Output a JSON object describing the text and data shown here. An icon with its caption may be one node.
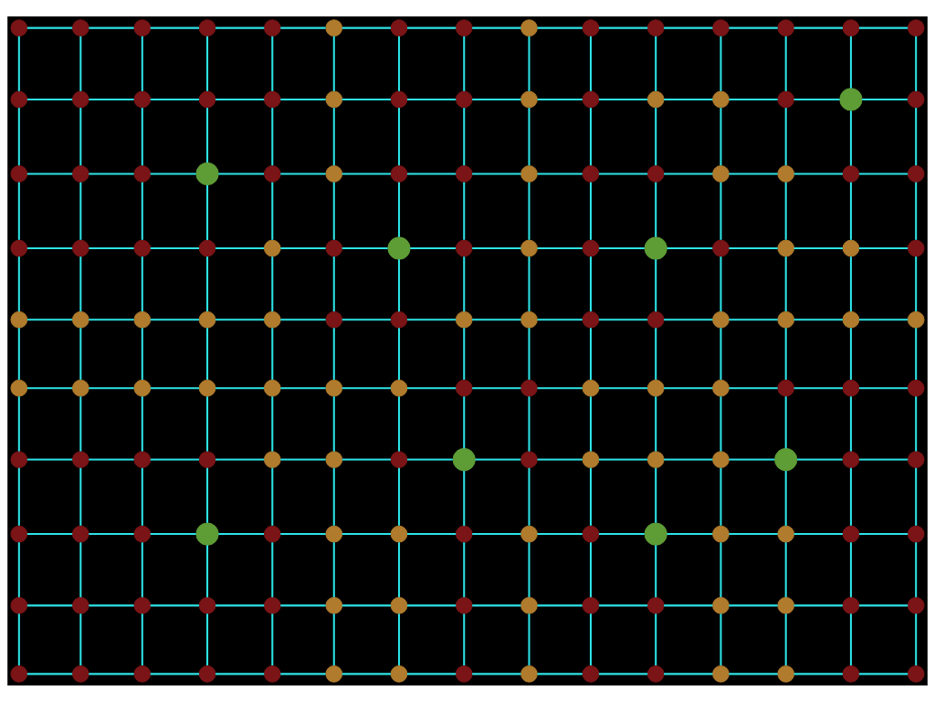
{
  "diagram": {
    "nodes": [
      {
        "text": [],
        "shape": "circle"
      },
      {
        "text": [],
        "shape": "circle"
      },
      {
        "text": [],
        "shape": "circle"
      },
      {
        "text": [],
        "shape": "circle"
      },
      {
        "text": [],
        "shape": "circle"
      },
      {
        "text": [],
        "shape": "circle"
      },
      {
        "text": [],
        "shape": "circle"
      },
      {
        "text": [],
        "shape": "circle"
      },
      {
        "text": [],
        "shape": "circle"
      },
      {
        "text": [],
        "shape": "circle"
      },
      {
        "text": [],
        "shape": "circle"
      },
      {
        "text": [],
        "shape": "circle"
      },
      {
        "text": [],
        "shape": "circle"
      },
      {
        "text": [],
        "shape": "circle"
      },
      {
        "text": [],
        "shape": "circle"
      },
      {
        "text": [],
        "shape": "circle"
      },
      {
        "text": [],
        "shape": "circle"
      },
      {
        "text": [],
        "shape": "circle"
      },
      {
        "text": [],
        "shape": "circle"
      },
      {
        "text": [],
        "shape": "circle"
      },
      {
        "text": [],
        "shape": "circle"
      },
      {
        "text": [],
        "shape": "circle"
      },
      {
        "text": [],
        "shape": "circle"
      },
      {
        "text": [],
        "shape": "circle"
      },
      {
        "text": [],
        "shape": "circle"
      },
      {
        "text": [],
        "shape": "circle"
      },
      {
        "text": [],
        "shape": "circle"
      },
      {
        "text": [],
        "shape": "circle"
      },
      {
        "text": [],
        "shape": "circle"
      },
      {
        "text": [],
        "shape": "circle"
      },
      {
        "text": [],
        "shape": "circle"
      },
      {
        "text": [],
        "shape": "circle"
      },
      {
        "text": [],
        "shape": "circle"
      },
      {
        "text": [],
        "shape": "circle"
      },
      {
        "text": [],
        "shape": "circle"
      },
      {
        "text": [],
        "shape": "circle"
      },
      {
        "text": [],
        "shape": "circle"
      },
      {
        "text": [],
        "shape": "circle"
      },
      {
        "text": [],
        "shape": "circle"
      },
      {
        "text": [],
        "shape": "circle"
      },
      {
        "text": [],
        "shape": "circle"
      },
      {
        "text": [],
        "shape": "circle"
      },
      {
        "text": [],
        "shape": "circle"
      },
      {
        "text": [],
        "shape": "circle"
      },
      {
        "text": [],
        "shape": "circle"
      },
      {
        "text": [],
        "shape": "circle"
      },
      {
        "text": [],
        "shape": "circle"
      },
      {
        "text": [],
        "shape": "circle"
      },
      {
        "text": [],
        "shape": "circle"
      },
      {
        "text": [],
        "shape": "circle"
      },
      {
        "text": [],
        "shape": "circle"
      },
      {
        "text": [],
        "shape": "circle"
      },
      {
        "text": [],
        "shape": "circle"
      },
      {
        "text": [],
        "shape": "circle"
      },
      {
        "text": [],
        "shape": "circle"
      },
      {
        "text": [],
        "shape": "circle"
      },
      {
        "text": [],
        "shape": "circle"
      },
      {
        "text": [],
        "shape": "circle"
      },
      {
        "text": [],
        "shape": "circle"
      },
      {
        "text": [],
        "shape": "circle"
      },
      {
        "text": [],
        "shape": "circle"
      },
      {
        "text": [],
        "shape": "circle"
      },
      {
        "text": [],
        "shape": "circle"
      },
      {
        "text": [],
        "shape": "circle"
      },
      {
        "text": [],
        "shape": "circle"
      },
      {
        "text": [],
        "shape": "circle"
      },
      {
        "text": [],
        "shape": "circle"
      },
      {
        "text": [],
        "shape": "circle"
      },
      {
        "text": [],
        "shape": "circle"
      },
      {
        "text": [],
        "shape": "circle"
      },
      {
        "text": [],
        "shape": "circle"
      },
      {
        "text": [],
        "shape": "circle"
      },
      {
        "text": [],
        "shape": "circle"
      },
      {
        "text": [],
        "shape": "circle"
      },
      {
        "text": [],
        "shape": "circle"
      },
      {
        "text": [],
        "shape": "circle"
      },
      {
        "text": [],
        "shape": "circle"
      },
      {
        "text": [],
        "shape": "circle"
      },
      {
        "text": [],
        "shape": "circle"
      },
      {
        "text": [],
        "shape": "circle"
      },
      {
        "text": [],
        "shape": "circle"
      },
      {
        "text": [],
        "shape": "circle"
      },
      {
        "text": [],
        "shape": "circle"
      },
      {
        "text": [],
        "shape": "circle"
      },
      {
        "text": [],
        "shape": "circle"
      },
      {
        "text": [],
        "shape": "circle"
      },
      {
        "text": [],
        "shape": "circle"
      },
      {
        "text": [],
        "shape": "circle"
      },
      {
        "text": [],
        "shape": "circle"
      },
      {
        "text": [],
        "shape": "circle"
      },
      {
        "text": [],
        "shape": "circle"
      },
      {
        "text": [],
        "shape": "circle"
      },
      {
        "text": [],
        "shape": "circle"
      },
      {
        "text": [],
        "shape": "circle"
      },
      {
        "text": [],
        "shape": "circle"
      },
      {
        "text": [],
        "shape": "circle"
      },
      {
        "text": [],
        "shape": "circle"
      },
      {
        "text": [],
        "shape": "circle"
      },
      {
        "text": [],
        "shape": "circle"
      },
      {
        "text": [],
        "shape": "circle"
      },
      {
        "text": [],
        "shape": "circle"
      },
      {
        "text": [],
        "shape": "circle"
      },
      {
        "text": [],
        "shape": "circle"
      },
      {
        "text": [],
        "shape": "circle"
      },
      {
        "text": [],
        "shape": "circle"
      },
      {
        "text": [],
        "shape": "circle"
      },
      {
        "text": [],
        "shape": "circle"
      },
      {
        "text": [],
        "shape": "circle"
      },
      {
        "text": [],
        "shape": "circle"
      },
      {
        "text": [],
        "shape": "circle"
      },
      {
        "text": [],
        "shape": "circle"
      },
      {
        "text": [],
        "shape": "circle"
      },
      {
        "text": [],
        "shape": "circle"
      },
      {
        "text": [],
        "shape": "circle"
      },
      {
        "text": [],
        "shape": "circle"
      },
      {
        "text": [],
        "shape": "circle"
      },
      {
        "text": [],
        "shape": "circle"
      },
      {
        "text": [],
        "shape": "circle"
      },
      {
        "text": [],
        "shape": "circle"
      },
      {
        "text": [],
        "shape": "circle"
      },
      {
        "text": [],
        "shape": "circle"
      },
      {
        "text": [],
        "shape": "circle"
      },
      {
        "text": [],
        "shape": "circle"
      },
      {
        "text": [],
        "shape": "circle"
      },
      {
        "text": [],
        "shape": "circle"
      },
      {
        "text": [],
        "shape": "circle"
      },
      {
        "text": [],
        "shape": "circle"
      },
      {
        "text": [],
        "shape": "circle"
      },
      {
        "text": [],
        "shape": "circle"
      },
      {
        "text": [],
        "shape": "circle"
      },
      {
        "text": [],
        "shape": "circle"
      },
      {
        "text": [],
        "shape": "circle"
      },
      {
        "text": [],
        "shape": "circle"
      },
      {
        "text": [],
        "shape": "circle"
      },
      {
        "text": [],
        "shape": "circle"
      },
      {
        "text": [],
        "shape": "circle"
      },
      {
        "text": [],
        "shape": "circle"
      },
      {
        "text": [],
        "shape": "circle"
      },
      {
        "text": [],
        "shape": "circle"
      },
      {
        "text": [],
        "shape": "circle"
      },
      {
        "text": [],
        "shape": "circle"
      },
      {
        "text": [],
        "shape": "circle"
      },
      {
        "text": [],
        "shape": "circle"
      },
      {
        "text": [],
        "shape": "circle"
      },
      {
        "text": [],
        "shape": "circle"
      },
      {
        "text": [],
        "shape": "circle"
      },
      {
        "text": [],
        "shape": "circle"
      },
      {
        "text": [],
        "shape": "circle"
      },
      {
        "text": [],
        "shape": "circle"
      },
      {
        "text": [],
        "shape": "circle"
      }
    ],
    "edges": [
      {
        "from": 0,
        "to": 1,
        "arrow": "none"
      },
      {
        "from": 1,
        "to": 2,
        "arrow": "none"
      },
      {
        "from": 2,
        "to": 3,
        "arrow": "none"
      },
      {
        "from": 3,
        "to": 4,
        "arrow": "none"
      },
      {
        "from": 4,
        "to": 5,
        "arrow": "none"
      },
      {
        "from": 5,
        "to": 6,
        "arrow": "none"
      },
      {
        "from": 6,
        "to": 7,
        "arrow": "none"
      },
      {
        "from": 7,
        "to": 8,
        "arrow": "none"
      },
      {
        "from": 8,
        "to": 9,
        "arrow": "none"
      },
      {
        "from": 9,
        "to": 10,
        "arrow": "none"
      },
      {
        "from": 10,
        "to": 11,
        "arrow": "none"
      },
      {
        "from": 11,
        "to": 12,
        "arrow": "none"
      },
      {
        "from": 12,
        "to": 13,
        "arrow": "none"
      },
      {
        "from": 13,
        "to": 14,
        "arrow": "none"
      },
      {
        "from": 0,
        "to": 15,
        "arrow": "none"
      },
      {
        "from": 1,
        "to": 16,
        "arrow": "none"
      },
      {
        "from": 2,
        "to": 17,
        "arrow": "none"
      },
      {
        "from": 3,
        "to": 18,
        "arrow": "none"
      },
      {
        "from": 4,
        "to": 19,
        "arrow": "none"
      },
      {
        "from": 5,
        "to": 20,
        "arrow": "none"
      },
      {
        "from": 6,
        "to": 21,
        "arrow": "none"
      },
      {
        "from": 7,
        "to": 22,
        "arrow": "none"
      },
      {
        "from": 8,
        "to": 23,
        "arrow": "none"
      },
      {
        "from": 9,
        "to": 24,
        "arrow": "none"
      },
      {
        "from": 10,
        "to": 25,
        "arrow": "none"
      },
      {
        "from": 11,
        "to": 26,
        "arrow": "none"
      },
      {
        "from": 12,
        "to": 27,
        "arrow": "none"
      },
      {
        "from": 13,
        "to": 28,
        "arrow": "none"
      },
      {
        "from": 14,
        "to": 29,
        "arrow": "none"
      },
      {
        "from": 15,
        "to": 16,
        "arrow": "none"
      },
      {
        "from": 16,
        "to": 17,
        "arrow": "none"
      },
      {
        "from": 17,
        "to": 18,
        "arrow": "none"
      },
      {
        "from": 18,
        "to": 19,
        "arrow": "none"
      },
      {
        "from": 19,
        "to": 20,
        "arrow": "none"
      },
      {
        "from": 20,
        "to": 21,
        "arrow": "none"
      },
      {
        "from": 21,
        "to": 22,
        "arrow": "none"
      },
      {
        "from": 22,
        "to": 23,
        "arrow": "none"
      },
      {
        "from": 23,
        "to": 24,
        "arrow": "none"
      },
      {
        "from": 24,
        "to": 25,
        "arrow": "none"
      },
      {
        "from": 25,
        "to": 26,
        "arrow": "none"
      },
      {
        "from": 26,
        "to": 27,
        "arrow": "none"
      },
      {
        "from": 27,
        "to": 28,
        "arrow": "none"
      },
      {
        "from": 28,
        "to": 29,
        "arrow": "none"
      },
      {
        "from": 15,
        "to": 30,
        "arrow": "none"
      },
      {
        "from": 16,
        "to": 31,
        "arrow": "none"
      },
      {
        "from": 17,
        "to": 32,
        "arrow": "none"
      },
      {
        "from": 18,
        "to": 33,
        "arrow": "none"
      },
      {
        "from": 19,
        "to": 34,
        "arrow": "none"
      },
      {
        "from": 20,
        "to": 35,
        "arrow": "none"
      },
      {
        "from": 21,
        "to": 36,
        "arrow": "none"
      },
      {
        "from": 22,
        "to": 37,
        "arrow": "none"
      },
      {
        "from": 23,
        "to": 38,
        "arrow": "none"
      },
      {
        "from": 24,
        "to": 39,
        "arrow": "none"
      },
      {
        "from": 25,
        "to": 40,
        "arrow": "none"
      },
      {
        "from": 26,
        "to": 41,
        "arrow": "none"
      },
      {
        "from": 27,
        "to": 42,
        "arrow": "none"
      },
      {
        "from": 28,
        "to": 43,
        "arrow": "none"
      },
      {
        "from": 29,
        "to": 44,
        "arrow": "none"
      },
      {
        "from": 30,
        "to": 31,
        "arrow": "none"
      },
      {
        "from": 31,
        "to": 32,
        "arrow": "none"
      },
      {
        "from": 32,
        "to": 33,
        "arrow": "none"
      },
      {
        "from": 33,
        "to": 34,
        "arrow": "none"
      },
      {
        "from": 34,
        "to": 35,
        "arrow": "none"
      },
      {
        "from": 35,
        "to": 36,
        "arrow": "none"
      },
      {
        "from": 36,
        "to": 37,
        "arrow": "none"
      },
      {
        "from": 37,
        "to": 38,
        "arrow": "none"
      },
      {
        "from": 38,
        "to": 39,
        "arrow": "none"
      },
      {
        "from": 39,
        "to": 40,
        "arrow": "none"
      },
      {
        "from": 40,
        "to": 41,
        "arrow": "none"
      },
      {
        "from": 41,
        "to": 42,
        "arrow": "none"
      },
      {
        "from": 42,
        "to": 43,
        "arrow": "none"
      },
      {
        "from": 43,
        "to": 44,
        "arrow": "none"
      },
      {
        "from": 30,
        "to": 45,
        "arrow": "none"
      },
      {
        "from": 31,
        "to": 46,
        "arrow": "none"
      },
      {
        "from": 32,
        "to": 47,
        "arrow": "none"
      },
      {
        "from": 33,
        "to": 48,
        "arrow": "none"
      },
      {
        "from": 34,
        "to": 49,
        "arrow": "none"
      },
      {
        "from": 35,
        "to": 50,
        "arrow": "none"
      },
      {
        "from": 36,
        "to": 51,
        "arrow": "none"
      },
      {
        "from": 37,
        "to": 52,
        "arrow": "none"
      },
      {
        "from": 38,
        "to": 53,
        "arrow": "none"
      },
      {
        "from": 39,
        "to": 54,
        "arrow": "none"
      },
      {
        "from": 40,
        "to": 55,
        "arrow": "none"
      },
      {
        "from": 41,
        "to": 56,
        "arrow": "none"
      },
      {
        "from": 42,
        "to": 57,
        "arrow": "none"
      },
      {
        "from": 43,
        "to": 58,
        "arrow": "none"
      },
      {
        "from": 44,
        "to": 59,
        "arrow": "none"
      },
      {
        "from": 45,
        "to": 46,
        "arrow": "none"
      },
      {
        "from": 46,
        "to": 47,
        "arrow": "none"
      },
      {
        "from": 47,
        "to": 48,
        "arrow": "none"
      },
      {
        "from": 48,
        "to": 49,
        "arrow": "none"
      },
      {
        "from": 49,
        "to": 50,
        "arrow": "none"
      },
      {
        "from": 50,
        "to": 51,
        "arrow": "none"
      },
      {
        "from": 51,
        "to": 52,
        "arrow": "none"
      },
      {
        "from": 52,
        "to": 53,
        "arrow": "none"
      },
      {
        "from": 53,
        "to": 54,
        "arrow": "none"
      },
      {
        "from": 54,
        "to": 55,
        "arrow": "none"
      },
      {
        "from": 55,
        "to": 56,
        "arrow": "none"
      },
      {
        "from": 56,
        "to": 57,
        "arrow": "none"
      },
      {
        "from": 57,
        "to": 58,
        "arrow": "none"
      },
      {
        "from": 58,
        "to": 59,
        "arrow": "none"
      },
      {
        "from": 45,
        "to": 60,
        "arrow": "none"
      },
      {
        "from": 46,
        "to": 61,
        "arrow": "none"
      },
      {
        "from": 47,
        "to": 62,
        "arrow": "none"
      },
      {
        "from": 48,
        "to": 63,
        "arrow": "none"
      },
      {
        "from": 49,
        "to": 64,
        "arrow": "none"
      },
      {
        "from": 50,
        "to": 65,
        "arrow": "none"
      },
      {
        "from": 51,
        "to": 66,
        "arrow": "none"
      },
      {
        "from": 52,
        "to": 67,
        "arrow": "none"
      },
      {
        "from": 53,
        "to": 68,
        "arrow": "none"
      },
      {
        "from": 54,
        "to": 69,
        "arrow": "none"
      },
      {
        "from": 55,
        "to": 70,
        "arrow": "none"
      },
      {
        "from": 56,
        "to": 71,
        "arrow": "none"
      },
      {
        "from": 57,
        "to": 72,
        "arrow": "none"
      },
      {
        "from": 58,
        "to": 73,
        "arrow": "none"
      },
      {
        "from": 59,
        "to": 74,
        "arrow": "none"
      },
      {
        "from": 60,
        "to": 61,
        "arrow": "none"
      },
      {
        "from": 61,
        "to": 62,
        "arrow": "none"
      },
      {
        "from": 62,
        "to": 63,
        "arrow": "none"
      },
      {
        "from": 63,
        "to": 64,
        "arrow": "none"
      },
      {
        "from": 64,
        "to": 65,
        "arrow": "none"
      },
      {
        "from": 65,
        "to": 66,
        "arrow": "none"
      },
      {
        "from": 66,
        "to": 67,
        "arrow": "none"
      },
      {
        "from": 67,
        "to": 68,
        "arrow": "none"
      },
      {
        "from": 68,
        "to": 69,
        "arrow": "none"
      },
      {
        "from": 69,
        "to": 70,
        "arrow": "none"
      },
      {
        "from": 70,
        "to": 71,
        "arrow": "none"
      },
      {
        "from": 71,
        "to": 72,
        "arrow": "none"
      },
      {
        "from": 72,
        "to": 73,
        "arrow": "none"
      },
      {
        "from": 73,
        "to": 74,
        "arrow": "none"
      },
      {
        "from": 60,
        "to": 75,
        "arrow": "none"
      },
      {
        "from": 61,
        "to": 76,
        "arrow": "none"
      },
      {
        "from": 62,
        "to": 77,
        "arrow": "none"
      },
      {
        "from": 63,
        "to": 78,
        "arrow": "none"
      },
      {
        "from": 64,
        "to": 79,
        "arrow": "none"
      },
      {
        "from": 65,
        "to": 80,
        "arrow": "none"
      },
      {
        "from": 66,
        "to": 81,
        "arrow": "none"
      },
      {
        "from": 67,
        "to": 82,
        "arrow": "none"
      },
      {
        "from": 68,
        "to": 83,
        "arrow": "none"
      },
      {
        "from": 69,
        "to": 84,
        "arrow": "none"
      },
      {
        "from": 70,
        "to": 85,
        "arrow": "none"
      },
      {
        "from": 71,
        "to": 86,
        "arrow": "none"
      },
      {
        "from": 72,
        "to": 87,
        "arrow": "none"
      },
      {
        "from": 73,
        "to": 88,
        "arrow": "none"
      },
      {
        "from": 74,
        "to": 89,
        "arrow": "none"
      },
      {
        "from": 75,
        "to": 76,
        "arrow": "none"
      },
      {
        "from": 76,
        "to": 77,
        "arrow": "none"
      },
      {
        "from": 77,
        "to": 78,
        "arrow": "none"
      },
      {
        "from": 78,
        "to": 79,
        "arrow": "none"
      },
      {
        "from": 79,
        "to": 80,
        "arrow": "none"
      },
      {
        "from": 80,
        "to": 81,
        "arrow": "none"
      },
      {
        "from": 81,
        "to": 82,
        "arrow": "none"
      },
      {
        "from": 82,
        "to": 83,
        "arrow": "none"
      },
      {
        "from": 83,
        "to": 84,
        "arrow": "none"
      },
      {
        "from": 84,
        "to": 85,
        "arrow": "none"
      },
      {
        "from": 85,
        "to": 86,
        "arrow": "none"
      },
      {
        "from": 86,
        "to": 87,
        "arrow": "none"
      },
      {
        "from": 87,
        "to": 88,
        "arrow": "none"
      },
      {
        "from": 88,
        "to": 89,
        "arrow": "none"
      },
      {
        "from": 75,
        "to": 90,
        "arrow": "none"
      },
      {
        "from": 76,
        "to": 91,
        "arrow": "none"
      },
      {
        "from": 77,
        "to": 92,
        "arrow": "none"
      },
      {
        "from": 78,
        "to": 93,
        "arrow": "none"
      },
      {
        "from": 79,
        "to": 94,
        "arrow": "none"
      },
      {
        "from": 80,
        "to": 95,
        "arrow": "none"
      },
      {
        "from": 81,
        "to": 96,
        "arrow": "none"
      },
      {
        "from": 82,
        "to": 97,
        "arrow": "none"
      },
      {
        "from": 83,
        "to": 98,
        "arrow": "none"
      },
      {
        "from": 84,
        "to": 99,
        "arrow": "none"
      },
      {
        "from": 85,
        "to": 100,
        "arrow": "none"
      },
      {
        "from": 86,
        "to": 101,
        "arrow": "none"
      },
      {
        "from": 87,
        "to": 102,
        "arrow": "none"
      },
      {
        "from": 88,
        "to": 103,
        "arrow": "none"
      },
      {
        "from": 89,
        "to": 104,
        "arrow": "none"
      },
      {
        "from": 90,
        "to": 91,
        "arrow": "none"
      },
      {
        "from": 91,
        "to": 92,
        "arrow": "none"
      },
      {
        "from": 92,
        "to": 93,
        "arrow": "none"
      },
      {
        "from": 93,
        "to": 94,
        "arrow": "none"
      },
      {
        "from": 94,
        "to": 95,
        "arrow": "none"
      },
      {
        "from": 95,
        "to": 96,
        "arrow": "none"
      },
      {
        "from": 96,
        "to": 97,
        "arrow": "none"
      },
      {
        "from": 97,
        "to": 98,
        "arrow": "none"
      },
      {
        "from": 98,
        "to": 99,
        "arrow": "none"
      },
      {
        "from": 99,
        "to": 100,
        "arrow": "none"
      },
      {
        "from": 100,
        "to": 101,
        "arrow": "none"
      },
      {
        "from": 101,
        "to": 102,
        "arrow": "none"
      },
      {
        "from": 102,
        "to": 103,
        "arrow": "none"
      },
      {
        "from": 103,
        "to": 104,
        "arrow": "none"
      },
      {
        "from": 90,
        "to": 105,
        "arrow": "none"
      },
      {
        "from": 91,
        "to": 106,
        "arrow": "none"
      },
      {
        "from": 92,
        "to": 107,
        "arrow": "none"
      },
      {
        "from": 93,
        "to": 108,
        "arrow": "none"
      },
      {
        "from": 94,
        "to": 109,
        "arrow": "none"
      },
      {
        "from": 95,
        "to": 110,
        "arrow": "none"
      },
      {
        "from": 96,
        "to": 111,
        "arrow": "none"
      },
      {
        "from": 97,
        "to": 112,
        "arrow": "none"
      },
      {
        "from": 98,
        "to": 113,
        "arrow": "none"
      },
      {
        "from": 99,
        "to": 114,
        "arrow": "none"
      },
      {
        "from": 100,
        "to": 115,
        "arrow": "none"
      },
      {
        "from": 101,
        "to": 116,
        "arrow": "none"
      },
      {
        "from": 102,
        "to": 117,
        "arrow": "none"
      },
      {
        "from": 103,
        "to": 118,
        "arrow": "none"
      },
      {
        "from": 104,
        "to": 119,
        "arrow": "none"
      },
      {
        "from": 105,
        "to": 106,
        "arrow": "none"
      },
      {
        "from": 106,
        "to": 107,
        "arrow": "none"
      },
      {
        "from": 107,
        "to": 108,
        "arrow": "none"
      },
      {
        "from": 108,
        "to": 109,
        "arrow": "none"
      },
      {
        "from": 109,
        "to": 110,
        "arrow": "none"
      },
      {
        "from": 110,
        "to": 111,
        "arrow": "none"
      },
      {
        "from": 111,
        "to": 112,
        "arrow": "none"
      },
      {
        "from": 112,
        "to": 113,
        "arrow": "none"
      },
      {
        "from": 113,
        "to": 114,
        "arrow": "none"
      },
      {
        "from": 114,
        "to": 115,
        "arrow": "none"
      },
      {
        "from": 115,
        "to": 116,
        "arrow": "none"
      },
      {
        "from": 116,
        "to": 117,
        "arrow": "none"
      },
      {
        "from": 117,
        "to": 118,
        "arrow": "none"
      },
      {
        "from": 118,
        "to": 119,
        "arrow": "none"
      },
      {
        "from": 105,
        "to": 120,
        "arrow": "none"
      },
      {
        "from": 106,
        "to": 121,
        "arrow": "none"
      },
      {
        "from": 107,
        "to": 122,
        "arrow": "none"
      },
      {
        "from": 108,
        "to": 123,
        "arrow": "none"
      },
      {
        "from": 109,
        "to": 124,
        "arrow": "none"
      },
      {
        "from": 110,
        "to": 125,
        "arrow": "none"
      },
      {
        "from": 111,
        "to": 126,
        "arrow": "none"
      },
      {
        "from": 112,
        "to": 127,
        "arrow": "none"
      },
      {
        "from": 113,
        "to": 128,
        "arrow": "none"
      },
      {
        "from": 114,
        "to": 129,
        "arrow": "none"
      },
      {
        "from": 115,
        "to": 130,
        "arrow": "none"
      },
      {
        "from": 116,
        "to": 131,
        "arrow": "none"
      },
      {
        "from": 117,
        "to": 132,
        "arrow": "none"
      },
      {
        "from": 118,
        "to": 133,
        "arrow": "none"
      },
      {
        "from": 119,
        "to": 134,
        "arrow": "none"
      },
      {
        "from": 120,
        "to": 121,
        "arrow": "none"
      },
      {
        "from": 121,
        "to": 122,
        "arrow": "none"
      },
      {
        "from": 122,
        "to": 123,
        "arrow": "none"
      },
      {
        "from": 123,
        "to": 124,
        "arrow": "none"
      },
      {
        "from": 124,
        "to": 125,
        "arrow": "none"
      },
      {
        "from": 125,
        "to": 126,
        "arrow": "none"
      },
      {
        "from": 126,
        "to": 127,
        "arrow": "none"
      },
      {
        "from": 127,
        "to": 128,
        "arrow": "none"
      },
      {
        "from": 128,
        "to": 129,
        "arrow": "none"
      },
      {
        "from": 129,
        "to": 130,
        "arrow": "none"
      },
      {
        "from": 130,
        "to": 131,
        "arrow": "none"
      },
      {
        "from": 131,
        "to": 132,
        "arrow": "none"
      },
      {
        "from": 132,
        "to": 133,
        "arrow": "none"
      },
      {
        "from": 133,
        "to": 134,
        "arrow": "none"
      },
      {
        "from": 120,
        "to": 135,
        "arrow": "none"
      },
      {
        "from": 121,
        "to": 136,
        "arrow": "none"
      },
      {
        "from": 122,
        "to": 137,
        "arrow": "none"
      },
      {
        "from": 123,
        "to": 138,
        "arrow": "none"
      },
      {
        "from": 124,
        "to": 139,
        "arrow": "none"
      },
      {
        "from": 125,
        "to": 140,
        "arrow": "none"
      },
      {
        "from": 126,
        "to": 141,
        "arrow": "none"
      },
      {
        "from": 127,
        "to": 142,
        "arrow": "none"
      },
      {
        "from": 128,
        "to": 143,
        "arrow": "none"
      },
      {
        "from": 129,
        "to": 144,
        "arrow": "none"
      },
      {
        "from": 130,
        "to": 145,
        "arrow": "none"
      },
      {
        "from": 131,
        "to": 146,
        "arrow": "none"
      },
      {
        "from": 132,
        "to": 147,
        "arrow": "none"
      },
      {
        "from": 133,
        "to": 148,
        "arrow": "none"
      },
      {
        "from": 134,
        "to": 149,
        "arrow": "none"
      },
      {
        "from": 135,
        "to": 136,
        "arrow": "none"
      },
      {
        "from": 136,
        "to": 137,
        "arrow": "none"
      },
      {
        "from": 137,
        "to": 138,
        "arrow": "none"
      },
      {
        "from": 138,
        "to": 139,
        "arrow": "none"
      },
      {
        "from": 139,
        "to": 140,
        "arrow": "none"
      },
      {
        "from": 140,
        "to": 141,
        "arrow": "none"
      },
      {
        "from": 141,
        "to": 142,
        "arrow": "none"
      },
      {
        "from": 142,
        "to": 143,
        "arrow": "none"
      },
      {
        "from": 143,
        "to": 144,
        "arrow": "none"
      },
      {
        "from": 144,
        "to": 145,
        "arrow": "none"
      },
      {
        "from": 145,
        "to": 146,
        "arrow": "none"
      },
      {
        "from": 146,
        "to": 147,
        "arrow": "none"
      },
      {
        "from": 147,
        "to": 148,
        "arrow": "none"
      },
      {
        "from": 148,
        "to": 149,
        "arrow": "none"
      }
    ]
  }
}
